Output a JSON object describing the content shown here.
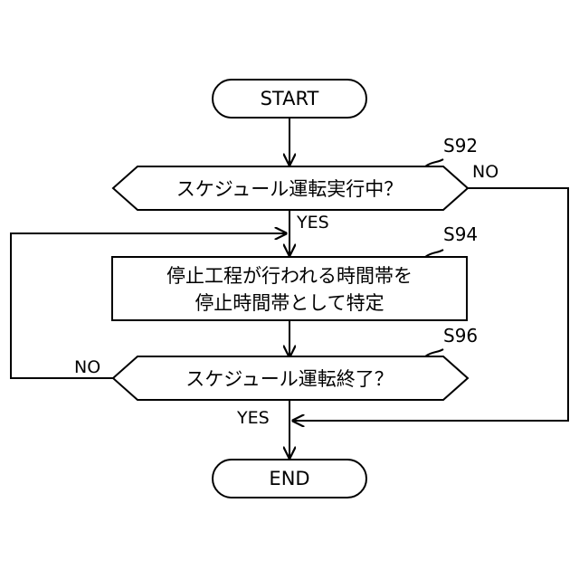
{
  "diagram": {
    "start_label": "START",
    "end_label": "END",
    "decision1": {
      "text": "スケジュール運転実行中？",
      "step": "S92",
      "no_label": "NO",
      "yes_label": "YES"
    },
    "process1": {
      "line1": "停止工程が行われる時間帯を",
      "line2": "停止時間帯として特定",
      "step": "S94"
    },
    "decision2": {
      "text": "スケジュール運転終了？",
      "step": "S96",
      "no_label": "NO",
      "yes_label": "YES"
    }
  }
}
